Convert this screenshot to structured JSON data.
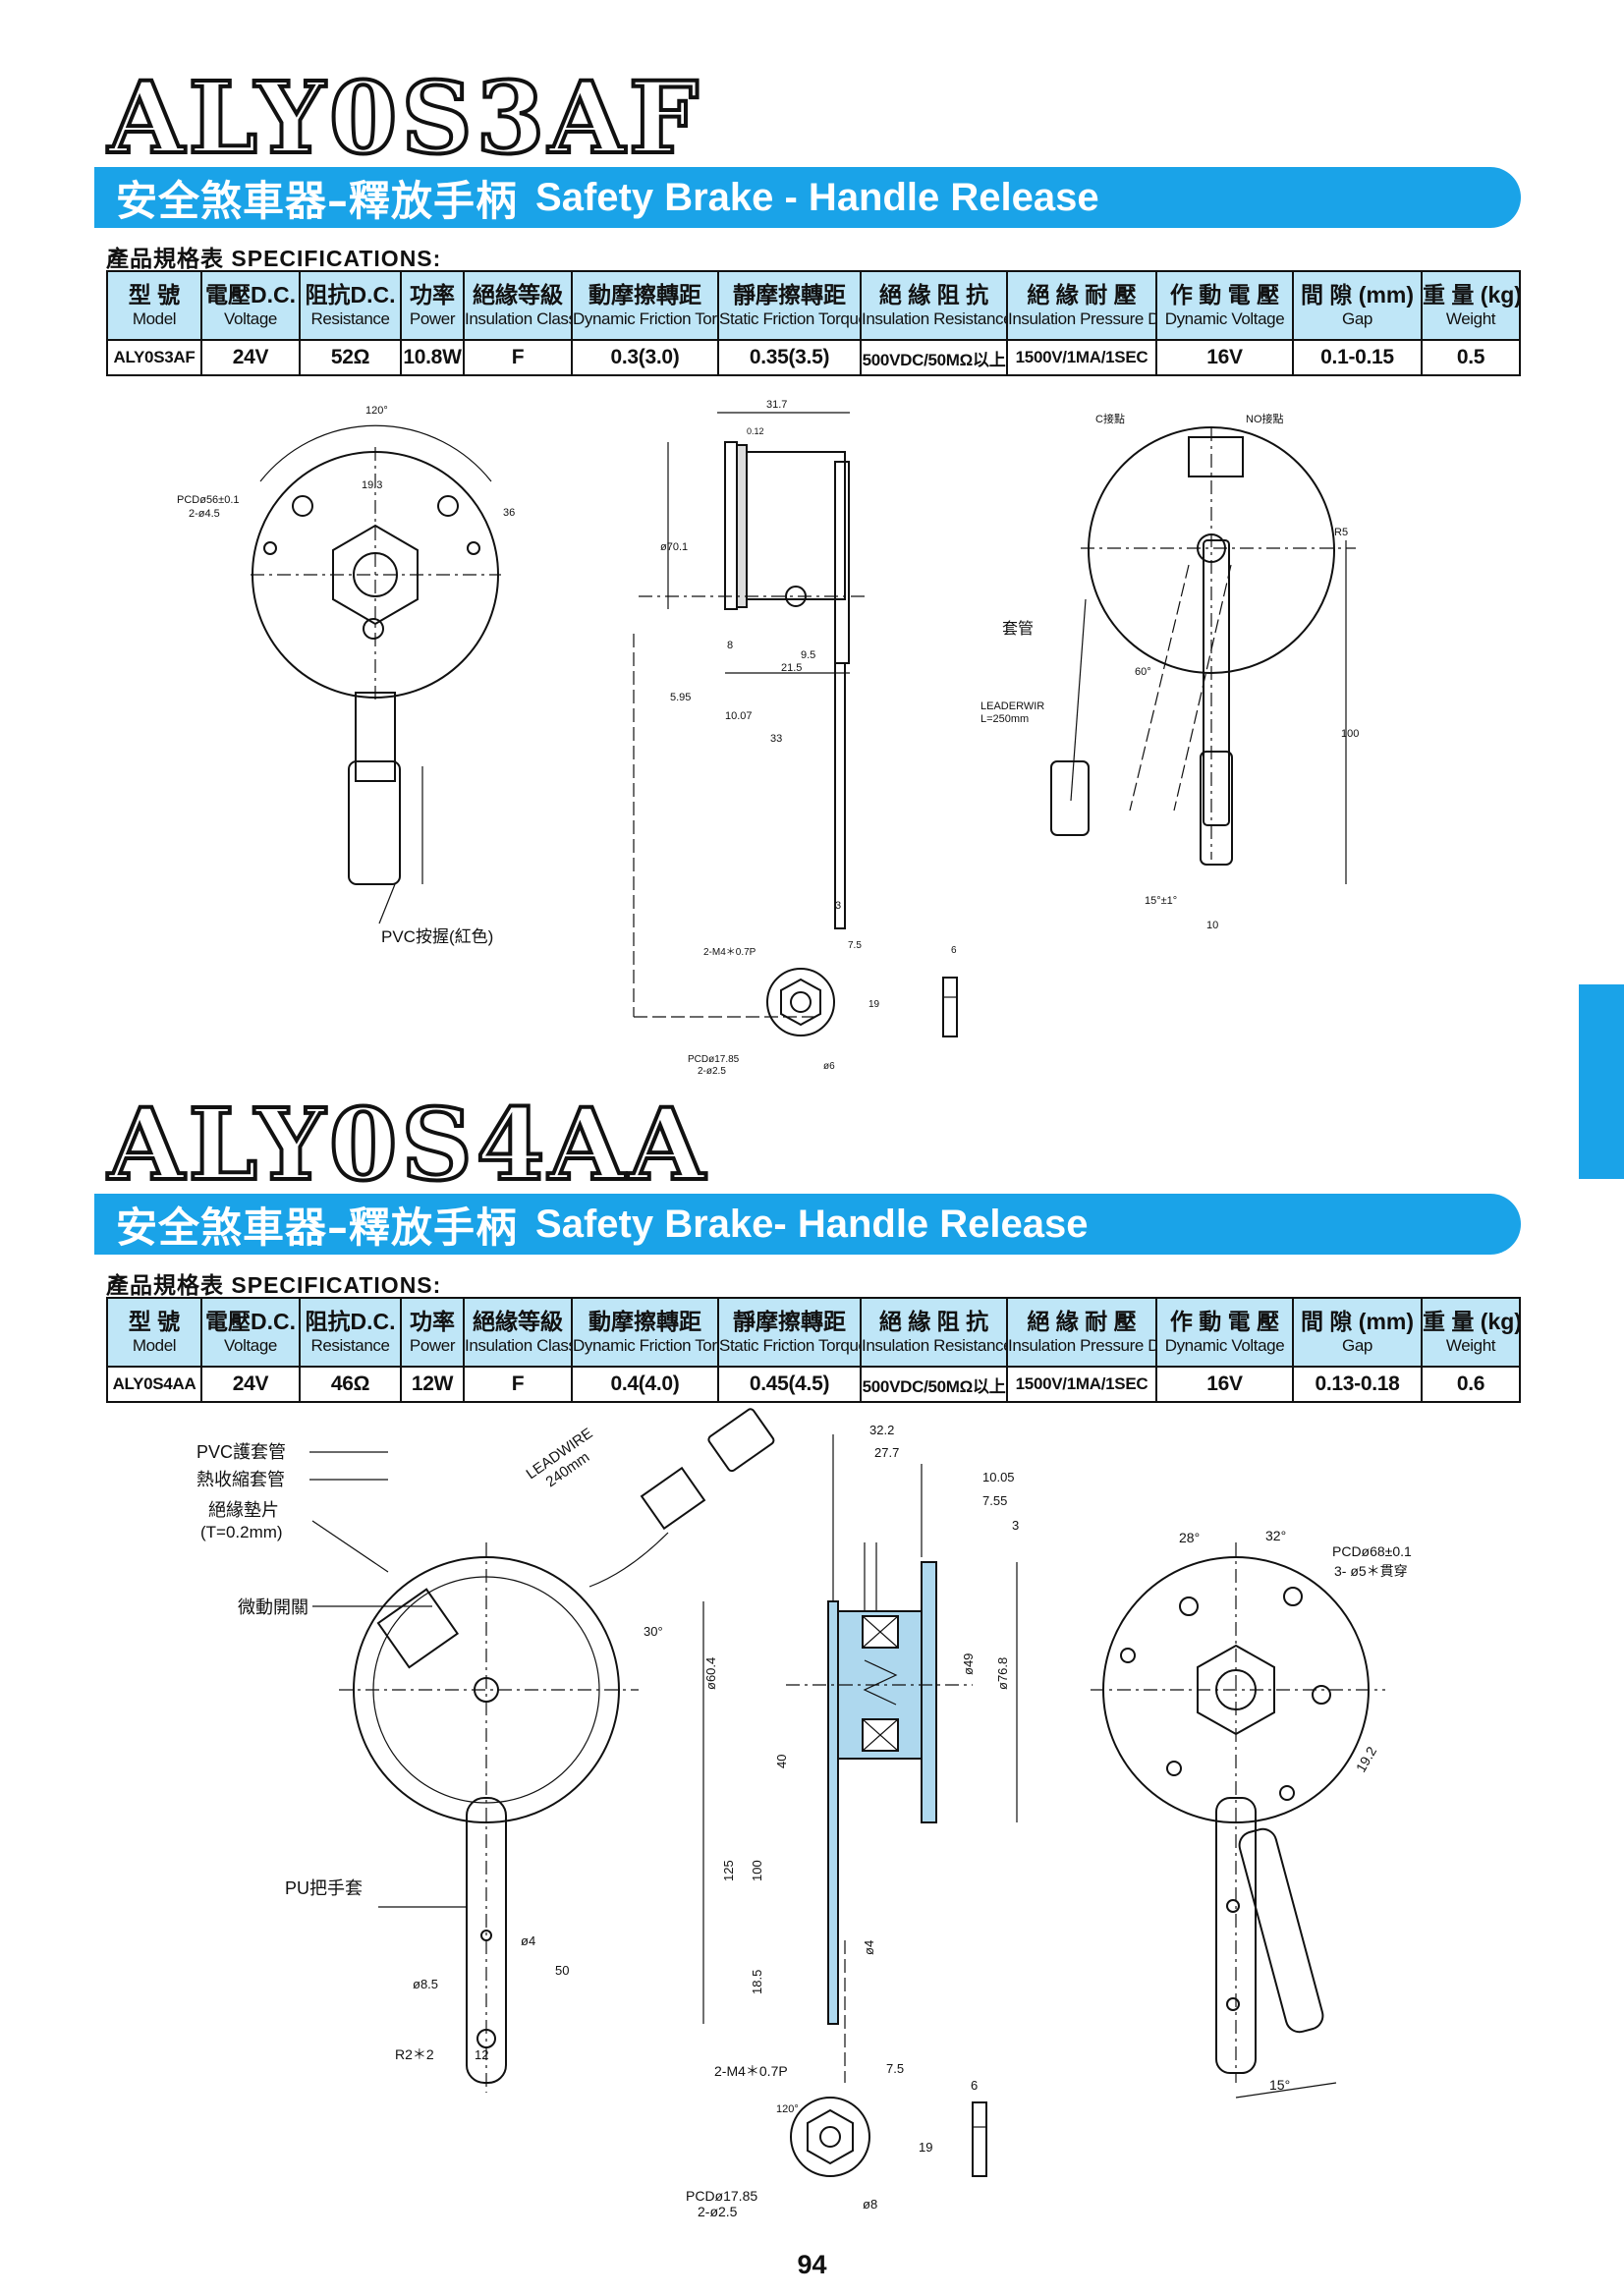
{
  "page_number": "94",
  "spec_label": {
    "zh": "產品規格表",
    "en": "SPECIFICATIONS:"
  },
  "columns": [
    {
      "zh": "型 號",
      "en": "Model"
    },
    {
      "zh": "電壓D.C.",
      "en": "Voltage"
    },
    {
      "zh": "阻抗D.C.",
      "en": "Resistance"
    },
    {
      "zh": "功率",
      "en": "Power"
    },
    {
      "zh": "絕緣等級",
      "en": "Insulation Classification"
    },
    {
      "zh": "動摩擦轉距",
      "en": "Dynamic Friction Torque kgm(Nm)"
    },
    {
      "zh": "靜摩擦轉距",
      "en": "Static Friction Torque kgm(Nm)"
    },
    {
      "zh": "絕 緣 阻 抗",
      "en": "Insulation Resistance"
    },
    {
      "zh": "絕 緣 耐 壓",
      "en": "Insulation Pressure Durability"
    },
    {
      "zh": "作 動 電 壓",
      "en": "Dynamic Voltage"
    },
    {
      "zh": "間 隙 (mm)",
      "en": "Gap"
    },
    {
      "zh": "重 量 (kg)",
      "en": "Weight"
    }
  ],
  "products": [
    {
      "title": "ALY0S3AF",
      "banner_zh": "安全煞車器–釋放手柄",
      "banner_en": "Safety Brake - Handle Release",
      "row": [
        "ALY0S3AF",
        "24V",
        "52Ω",
        "10.8W",
        "F",
        "0.3(3.0)",
        "0.35(3.5)",
        "500VDC/50MΩ以上",
        "1500V/1MA/1SEC",
        "16V",
        "0.1-0.15",
        "0.5"
      ],
      "drawing_labels": {
        "pcd": "PCDø56±0.1",
        "holes": "2-ø4.5",
        "angle": "120°",
        "hex": "19.3",
        "d36": "36",
        "d70": "ø70.1",
        "w31": "31.7",
        "gap": "0.12",
        "w21": "21.5",
        "w10": "10.07",
        "w33": "33",
        "w5": "5.95",
        "w9": "9.5",
        "w8": "8",
        "pvc": "PVC按握(紅色)",
        "c_contact": "C接點",
        "no_contact": "NO接點",
        "r5": "R5",
        "sleeve": "套管",
        "lead": "LEADERWIR",
        "lead_len": "L=250mm",
        "a60": "60°",
        "a15": "15°±1°",
        "h100": "100",
        "w10b": "10",
        "m4": "2-M4＊0.7P",
        "pcd17": "PCDø17.85",
        "holes2": "2-ø2.5",
        "h7": "7.5",
        "h19": "19",
        "d6": "ø6",
        "t6": "6",
        "t3": "3",
        "a120": "120°"
      }
    },
    {
      "title": "ALY0S4AA",
      "banner_zh": "安全煞車器–釋放手柄",
      "banner_en": "Safety Brake- Handle Release",
      "row": [
        "ALY0S4AA",
        "24V",
        "46Ω",
        "12W",
        "F",
        "0.4(4.0)",
        "0.45(4.5)",
        "500VDC/50MΩ以上",
        "1500V/1MA/1SEC",
        "16V",
        "0.13-0.18",
        "0.6"
      ],
      "drawing_labels": {
        "pvc_sleeve": "PVC護套管",
        "heat_sleeve": "熱收縮套管",
        "insul_pad": "絕緣墊片",
        "insul_t": "(T=0.2mm)",
        "micro_switch": "微動開關",
        "pu_grip": "PU把手套",
        "leadwire": "LEADWIRE",
        "lead_len": "240mm",
        "d4": "ø4",
        "d8": "ø8.5",
        "h50": "50",
        "r2": "R2＊2",
        "w12": "12",
        "a30": "30°",
        "w32": "32.2",
        "w27": "27.7",
        "w10": "10.05",
        "w7": "7.55",
        "w3": "3",
        "d60": "ø60.4",
        "d49": "ø49",
        "d76": "ø76.8",
        "h40": "40",
        "h125": "125",
        "h100": "100",
        "h18": "18.5",
        "d4b": "ø4",
        "m4": "2-M4＊0.7P",
        "pcd17": "PCDø17.85",
        "holes2": "2-ø2.5",
        "h7": "7.5",
        "h19": "19",
        "d8b": "ø8",
        "t6": "6",
        "a120": "120°",
        "a28": "28°",
        "a32": "32°",
        "pcd68": "PCDø68±0.1",
        "holes3": "3- ø5＊貫穿",
        "hex19": "19.2",
        "a15": "15°"
      }
    }
  ]
}
